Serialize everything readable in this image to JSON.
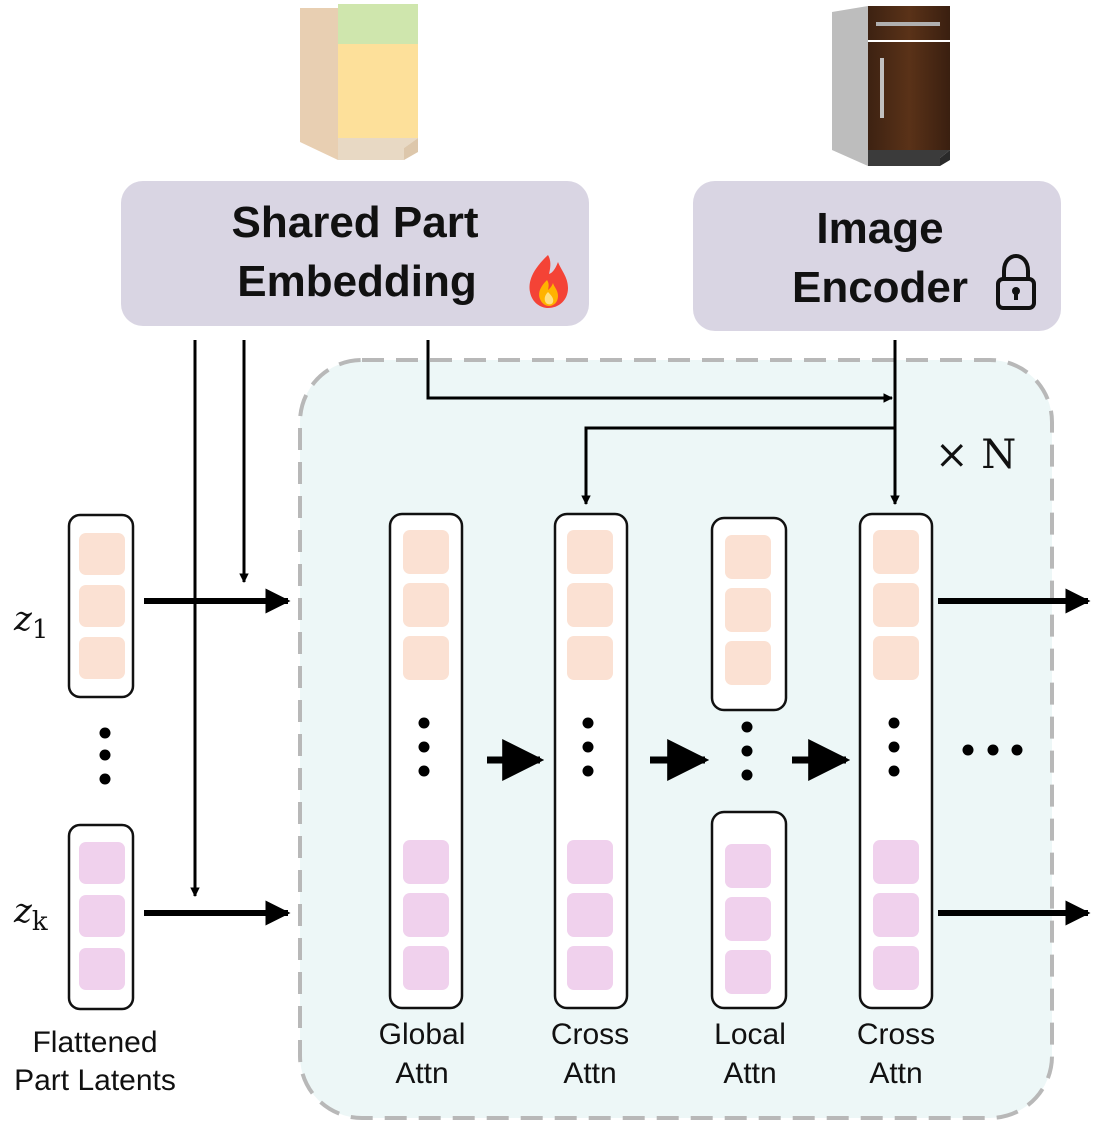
{
  "modules": {
    "shared_embedding": {
      "line1": "Shared Part",
      "line2": "Embedding",
      "icon": "fire-icon"
    },
    "image_encoder": {
      "line1": "Image",
      "line2": "Encoder",
      "icon": "lock-icon"
    }
  },
  "latents": {
    "z1": {
      "symbol": "z",
      "subscript": "1"
    },
    "zk": {
      "symbol": "z",
      "subscript": "k"
    },
    "caption_line1": "Flattened",
    "caption_line2": "Part Latents"
  },
  "block": {
    "repeat_label": "× N",
    "layers": [
      {
        "line1": "Global",
        "line2": "Attn"
      },
      {
        "line1": "Cross",
        "line2": "Attn"
      },
      {
        "line1": "Local",
        "line2": "Attn"
      },
      {
        "line1": "Cross",
        "line2": "Attn"
      }
    ],
    "continuation": "• • •"
  },
  "colors": {
    "module_fill": "#d9d5e3",
    "block_fill": "#edf7f7",
    "block_border": "#b8b8b8",
    "token_top": "#fbe1d3",
    "token_bottom": "#f0d1ed",
    "arrow": "#000000"
  }
}
